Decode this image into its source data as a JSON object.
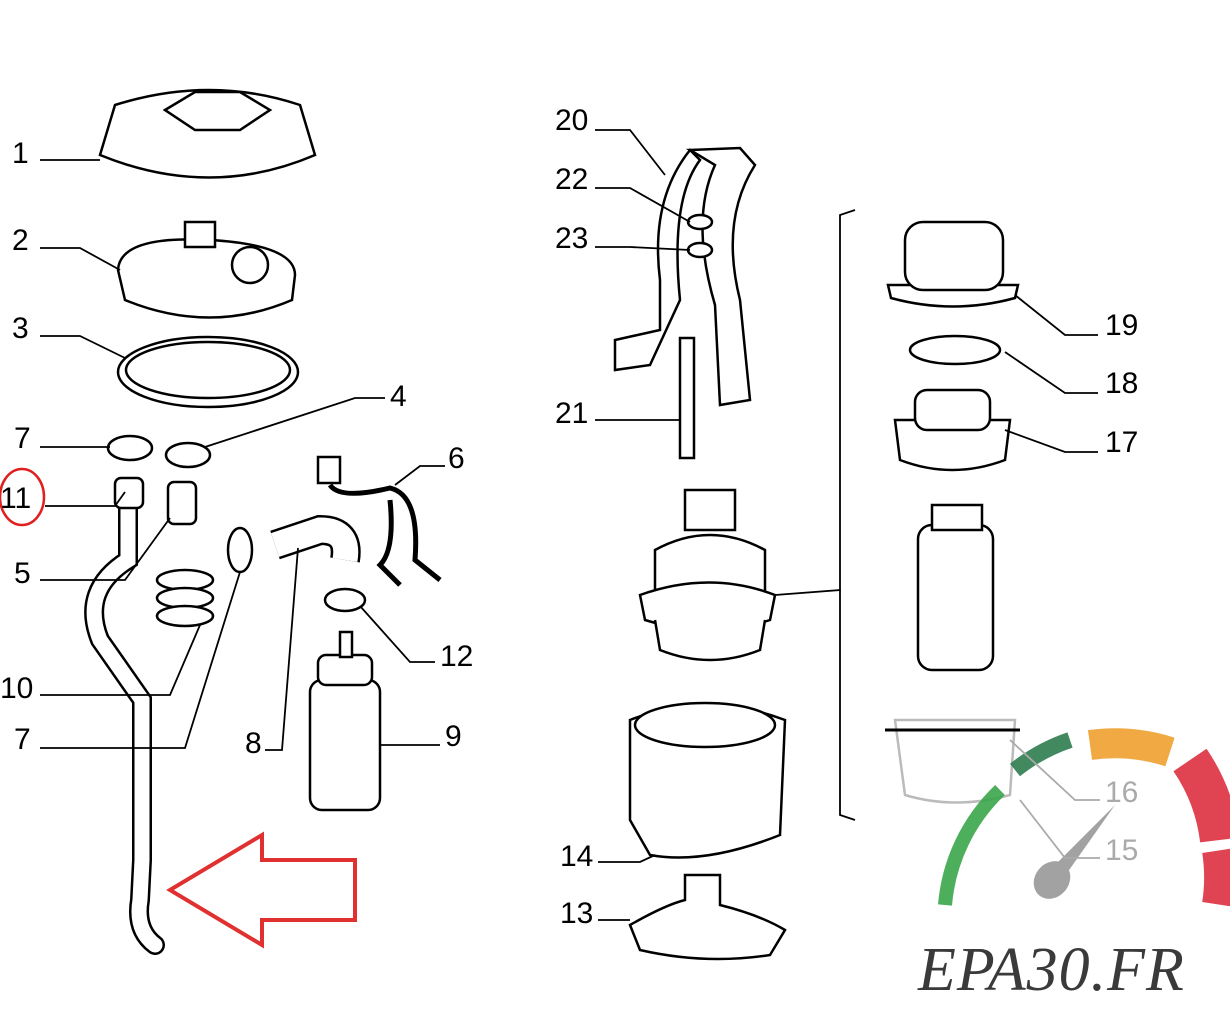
{
  "labels": {
    "p1": "1",
    "p2": "2",
    "p3": "3",
    "p4": "4",
    "p5": "5",
    "p6": "6",
    "p7a": "7",
    "p7b": "7",
    "p8": "8",
    "p9": "9",
    "p10": "10",
    "p11": "11",
    "p12": "12",
    "p13": "13",
    "p14": "14",
    "p15": "15",
    "p16": "16",
    "p17": "17",
    "p18": "18",
    "p19": "19",
    "p20": "20",
    "p21": "21",
    "p22": "22",
    "p23": "23"
  },
  "highlight": {
    "part": "11",
    "color": "#e02020"
  },
  "watermark": {
    "text": "EPA30.FR",
    "colors": {
      "green": "#3aa64a",
      "dark_green": "#2e7d4f",
      "orange": "#f0a030",
      "red": "#dd3040"
    }
  }
}
